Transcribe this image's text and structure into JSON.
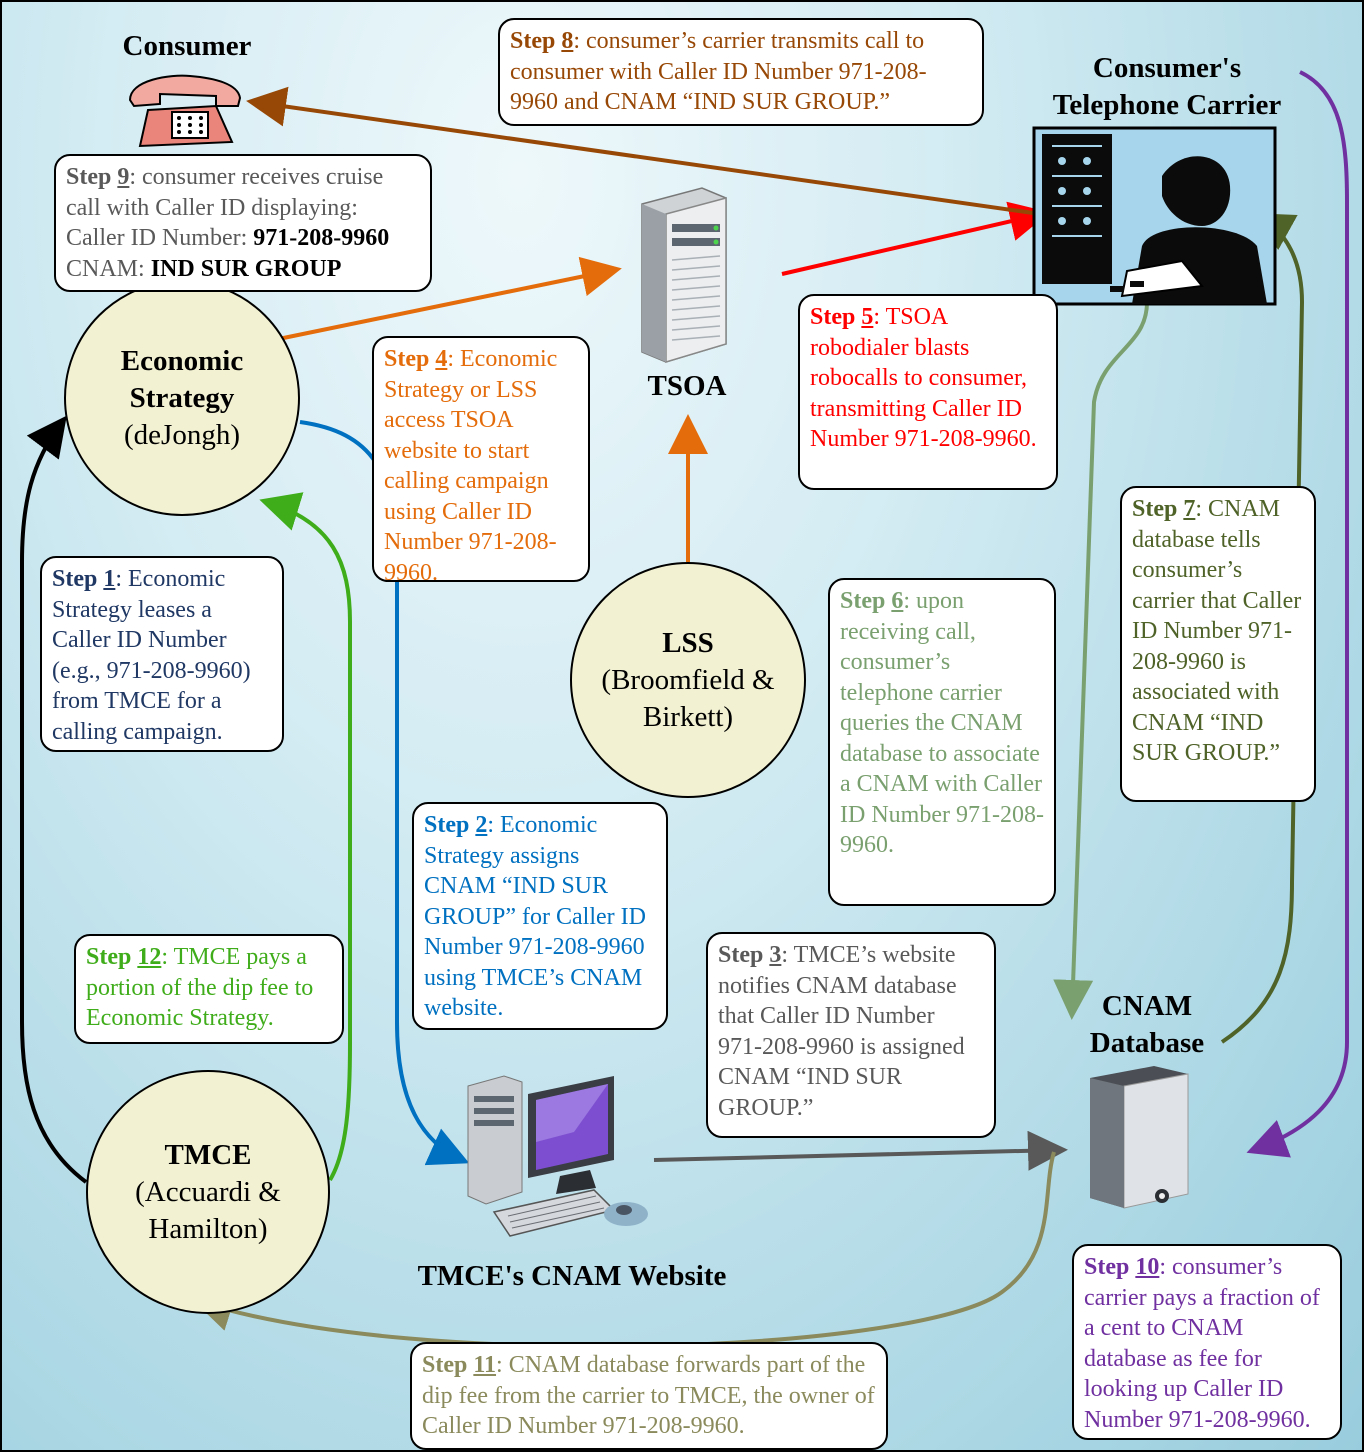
{
  "actors": {
    "consumer": "Consumer",
    "carrier": "Consumer's\nTelephone Carrier",
    "tsoa": "TSOA",
    "cnam_db": "CNAM\nDatabase",
    "website": "TMCE's CNAM Website",
    "economic": {
      "name": "Economic Strategy",
      "people": "(deJongh)"
    },
    "lss": {
      "name": "LSS",
      "people": "(Broomfield & Birkett)"
    },
    "tmce": {
      "name": "TMCE",
      "people": "(Accuardi & Hamilton)"
    }
  },
  "steps": {
    "s1": {
      "label": "Step",
      "num": "1",
      "text": ": Economic Strategy leases a Caller ID Number (e.g., 971-208-9960) from TMCE for a calling campaign."
    },
    "s2": {
      "label": "Step",
      "num": "2",
      "text": ": Economic Strategy assigns CNAM “IND SUR GROUP” for Caller ID Number 971-208-9960 using TMCE’s CNAM website."
    },
    "s3": {
      "label": "Step",
      "num": "3",
      "text": ": TMCE’s website notifies CNAM database that Caller ID Number 971-208-9960 is assigned CNAM “IND SUR GROUP.”"
    },
    "s4": {
      "label": "Step",
      "num": "4",
      "text": ": Economic Strategy or LSS access TSOA website to start calling campaign using Caller ID Number 971-208-9960."
    },
    "s5": {
      "label": "Step",
      "num": "5",
      "text": ": TSOA robodialer blasts robocalls to consumer, transmitting Caller ID Number 971-208-9960."
    },
    "s6": {
      "label": "Step",
      "num": "6",
      "text": ": upon receiving call, consumer’s telephone carrier queries the CNAM database to associate a CNAM with Caller ID Number 971-208-9960."
    },
    "s7": {
      "label": "Step",
      "num": "7",
      "text": ": CNAM database tells consumer’s carrier that Caller ID Number 971-208-9960 is associated with CNAM “IND SUR GROUP.”"
    },
    "s8": {
      "label": "Step",
      "num": "8",
      "text": ": consumer’s carrier transmits call to consumer with Caller ID Number 971-208-9960 and CNAM “IND SUR GROUP.”"
    },
    "s9": {
      "label": "Step",
      "num": "9",
      "text": ": consumer receives cruise call with Caller ID displaying:",
      "line2_label": "Caller ID Number: ",
      "line2_value": "971-208-9960",
      "line3_label": "CNAM: ",
      "line3_value": "IND SUR GROUP"
    },
    "s10": {
      "label": "Step",
      "num": "10",
      "text": ": consumer’s carrier pays a fraction of a cent to CNAM database as fee for looking up Caller ID Number 971-208-9960."
    },
    "s11": {
      "label": "Step",
      "num": "11",
      "text": ": CNAM database forwards part of the dip fee from the carrier to TMCE, the owner of Caller ID Number 971-208-9960."
    },
    "s12": {
      "label": "Step",
      "num": "12",
      "text": ": TMCE pays a portion of the dip fee to Economic Strategy."
    }
  },
  "colors": {
    "step1": "#1f3864",
    "step2": "#0070c0",
    "step3": "#595959",
    "step4": "#e46c0a",
    "step5": "#ff0000",
    "step6": "#7aa06f",
    "step7": "#4f6228",
    "step8": "#984806",
    "step9": "#595959",
    "step10": "#7030a0",
    "step11": "#8a8a5c",
    "step12": "#3fac1a",
    "circle_fill": "#f2f1d2"
  },
  "icons": {
    "consumer": "telephone-icon",
    "carrier": "switchboard-operator-icon",
    "tsoa": "server-tower-icon",
    "cnam_db": "database-server-icon",
    "website": "desktop-computer-icon"
  }
}
